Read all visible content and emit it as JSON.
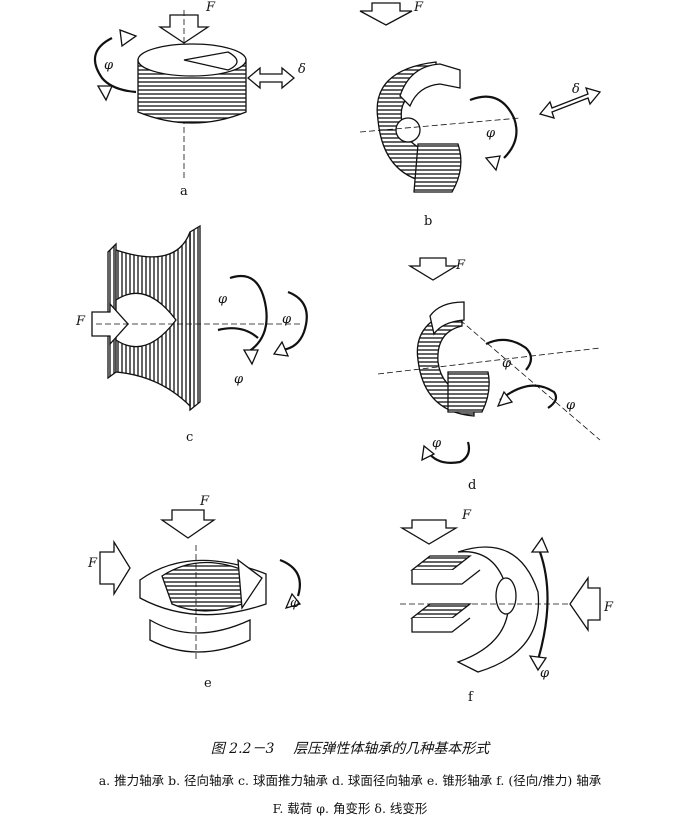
{
  "figure": {
    "symbols": {
      "force": "F",
      "angle": "φ",
      "linear": "δ"
    },
    "panels": [
      {
        "id": "a",
        "label": "a"
      },
      {
        "id": "b",
        "label": "b"
      },
      {
        "id": "c",
        "label": "c"
      },
      {
        "id": "d",
        "label": "d"
      },
      {
        "id": "e",
        "label": "e"
      },
      {
        "id": "f",
        "label": "f"
      }
    ],
    "caption_number": "图 2.2－3",
    "caption_title": "层压弹性体轴承的几种基本形式",
    "legend_line1": "a. 推力轴承  b. 径向轴承  c. 球面推力轴承  d. 球面径向轴承  e. 锥形轴承  f. (径向/推力) 轴承",
    "legend_line2": "F. 载荷  φ. 角变形  δ. 线变形"
  }
}
